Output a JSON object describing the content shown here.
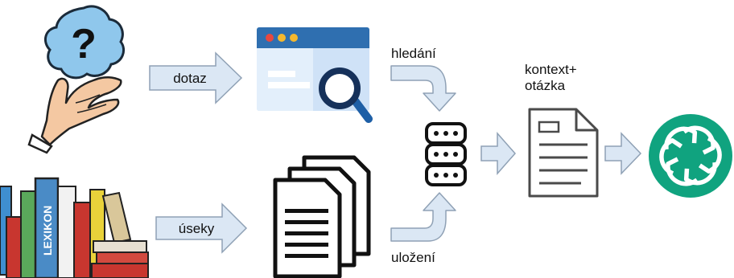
{
  "labels": {
    "query": "dotaz",
    "search": "hledání",
    "chunks": "úseky",
    "store": "uložení",
    "context_line1": "kontext+",
    "context_line2": "otázka",
    "book_spine": "LEXIKON"
  },
  "icons": {
    "question_hand": "question-hand-icon",
    "search_window": "search-window-icon",
    "books": "books-icon",
    "documents": "document-stack-icon",
    "database": "database-icon",
    "prompt_document": "document-icon",
    "llm": "openai-logo-icon"
  },
  "colors": {
    "arrow_fill": "#dbe7f4",
    "arrow_stroke": "#8fa1b5",
    "logo_green": "#10a37f",
    "bubble_blue": "#8fc7ec",
    "window_blue": "#3b82c4"
  }
}
